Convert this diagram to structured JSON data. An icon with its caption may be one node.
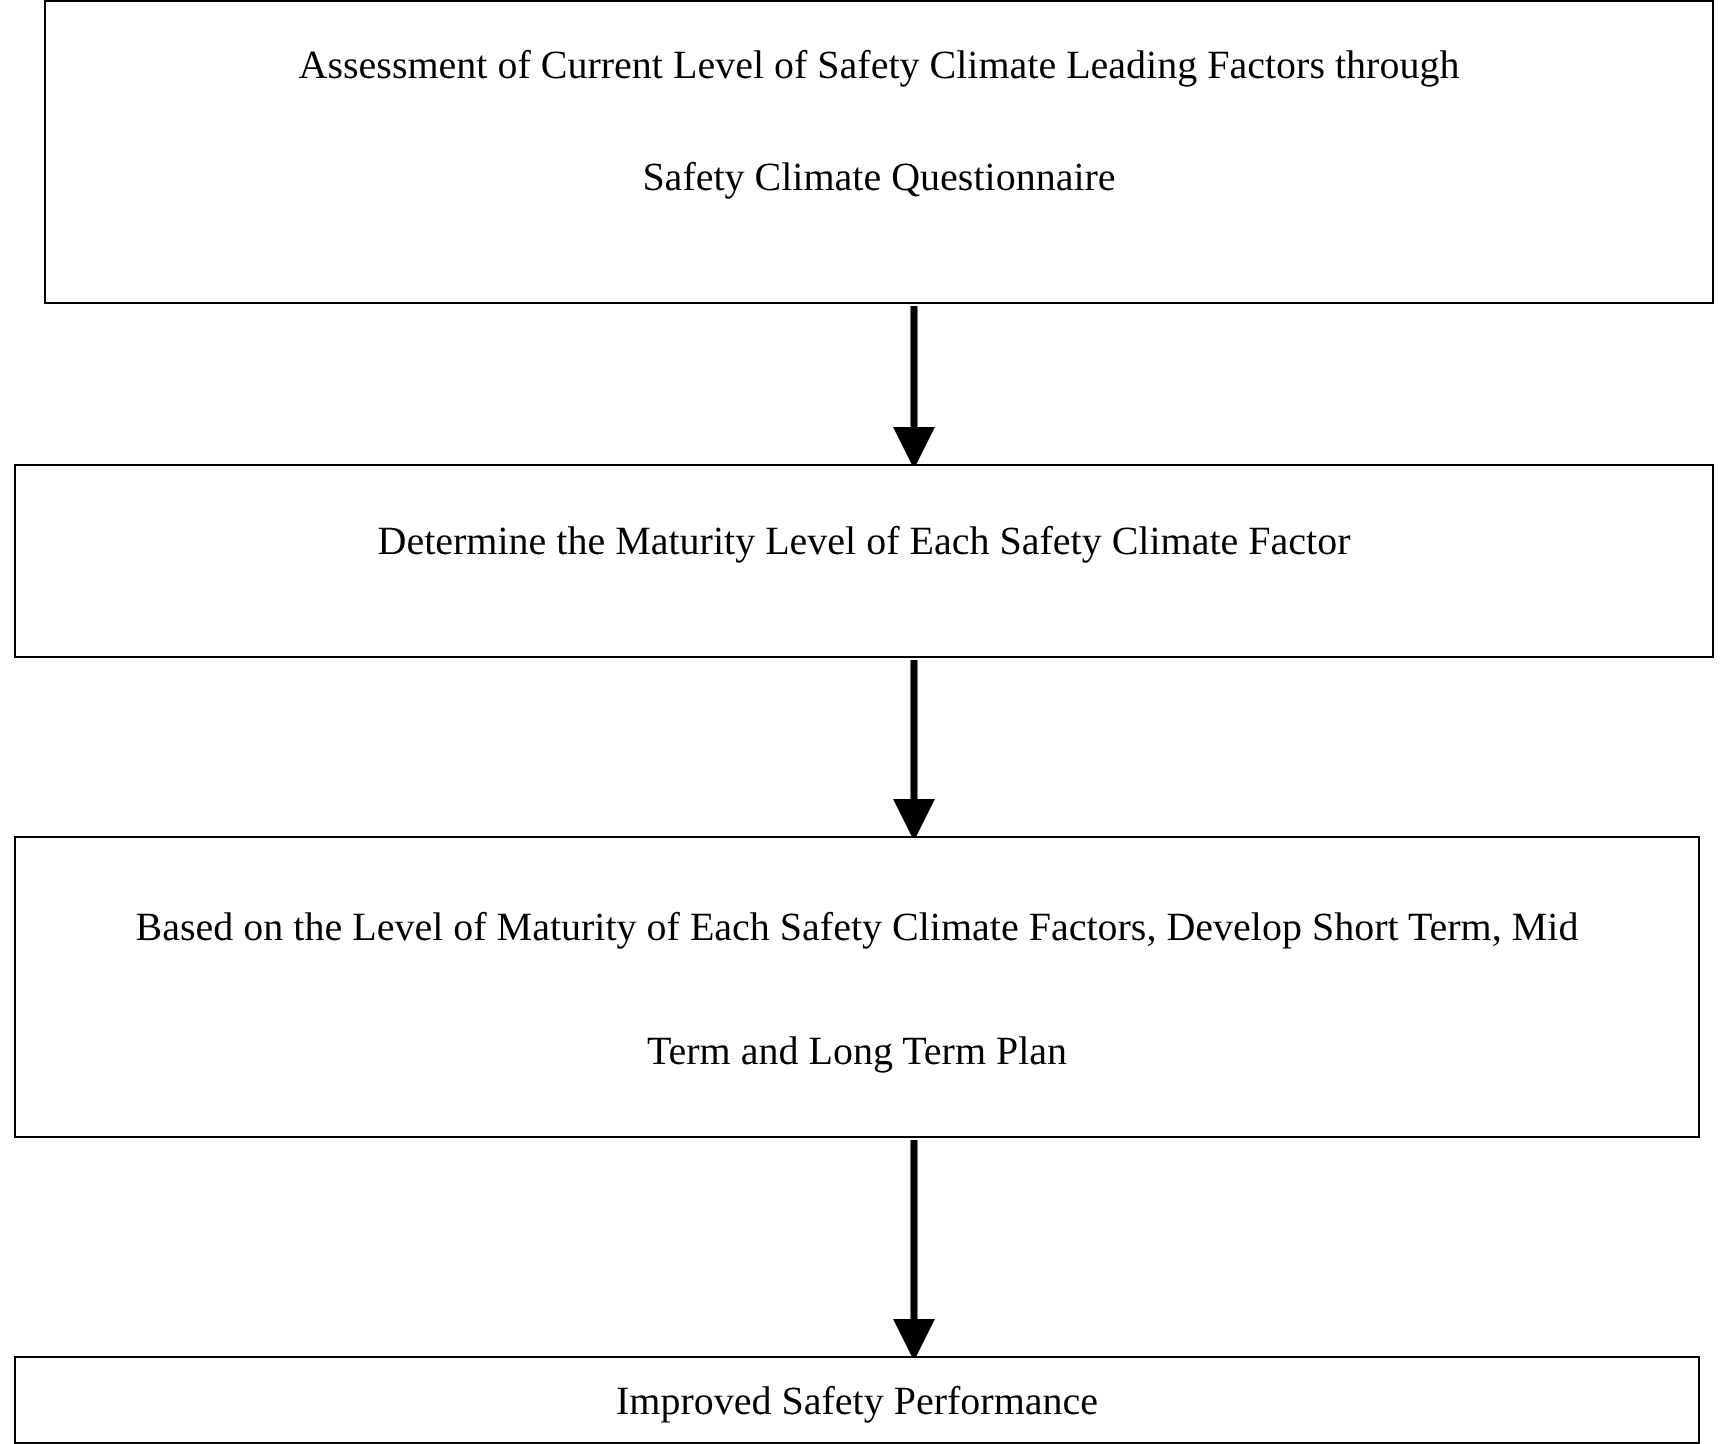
{
  "diagram": {
    "nodes": [
      {
        "text": [
          "Assessment of Current Level of Safety Climate Leading Factors through Safety Climate Questionnaire"
        ]
      },
      {
        "text": [
          "Determine the Maturity Level of Each Safety Climate Factor"
        ]
      },
      {
        "text": [
          "Based on the Level of Maturity of Each Safety Climate Factors, Develop Short Term, Mid Term and Long Term Plan"
        ]
      },
      {
        "text": [
          "Improved Safety Performance"
        ]
      }
    ],
    "edges": [
      {
        "from": 0,
        "to": 1,
        "arrow": "to"
      },
      {
        "from": 1,
        "to": 2,
        "arrow": "to"
      },
      {
        "from": 2,
        "to": 3,
        "arrow": "to"
      }
    ]
  }
}
